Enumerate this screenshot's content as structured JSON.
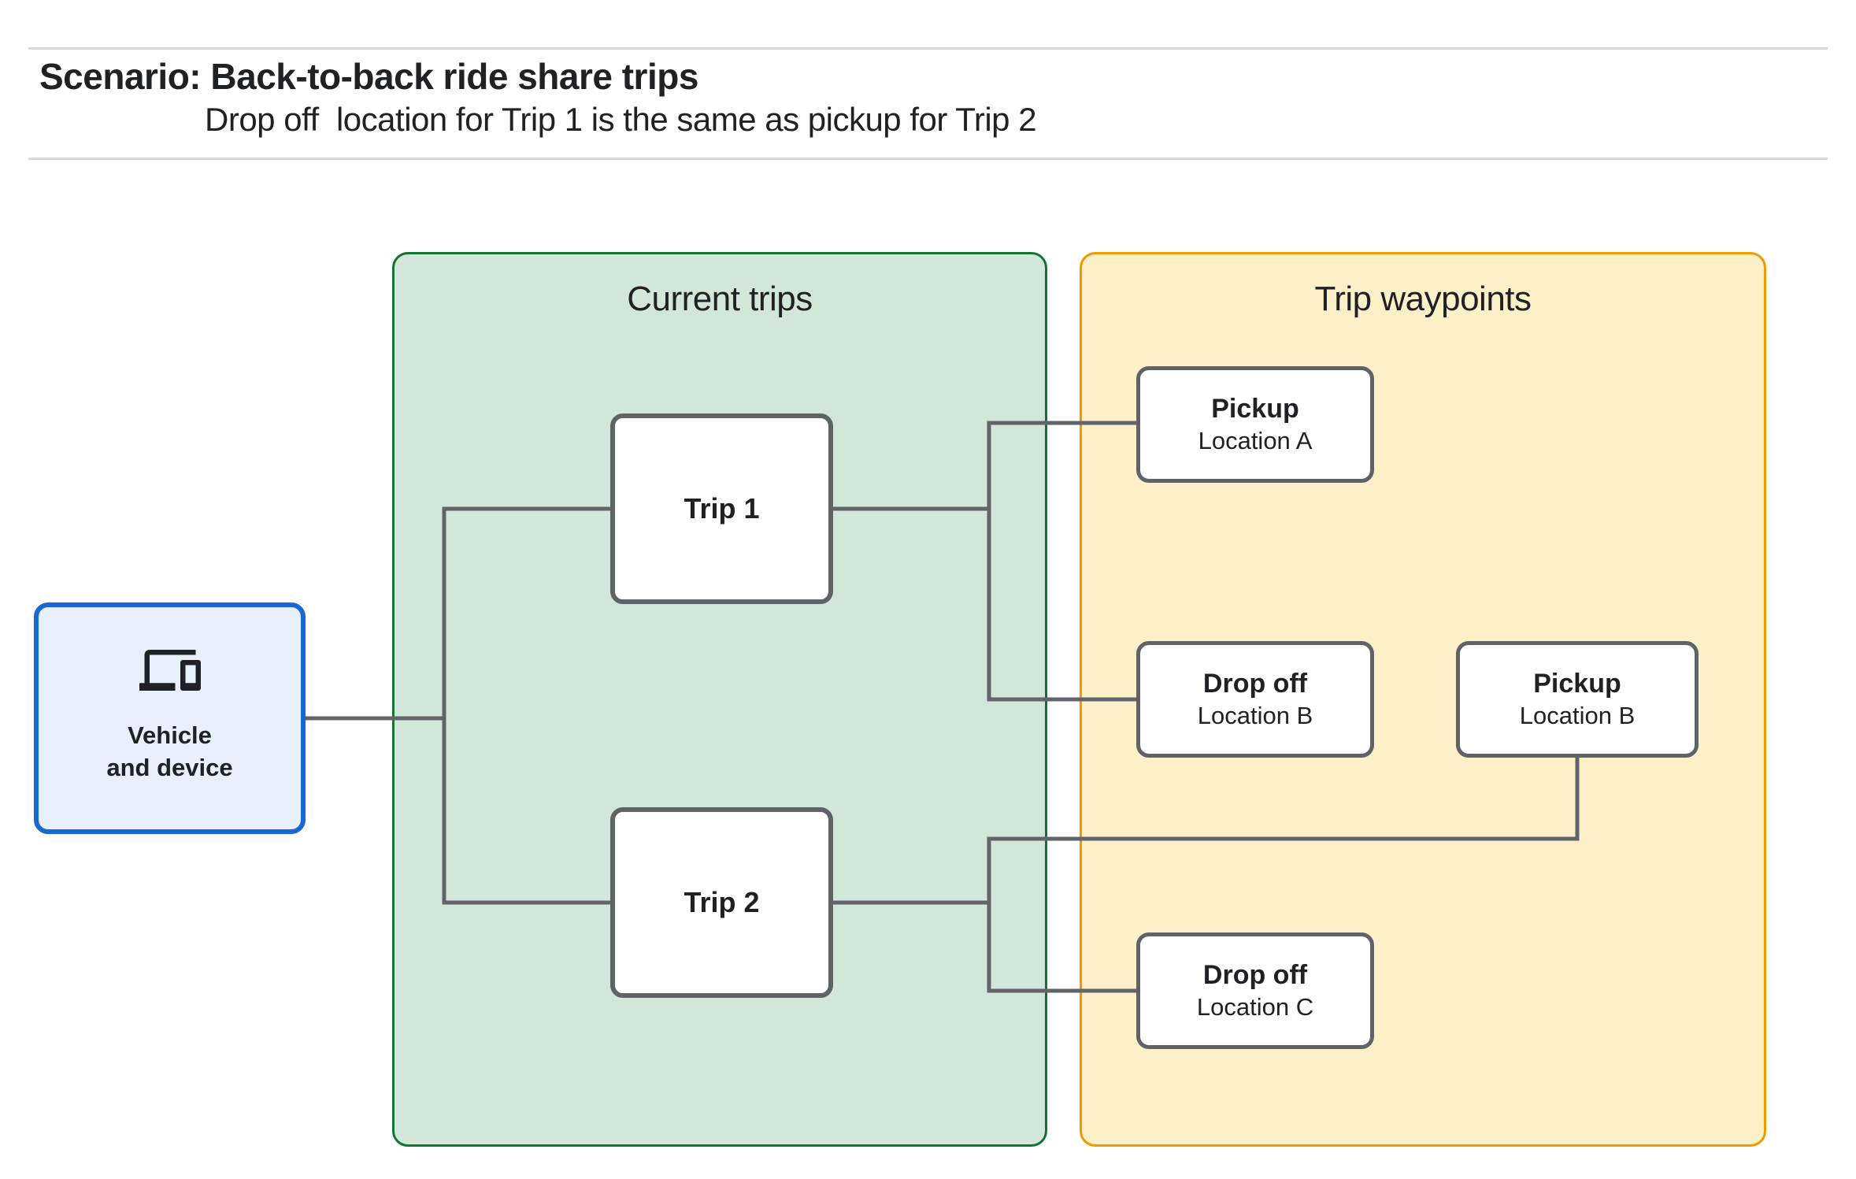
{
  "header": {
    "title": "Scenario: Back-to-back ride share trips",
    "subtitle": "Drop off  location for Trip 1 is the same as pickup for Trip 2"
  },
  "vehicle_node": {
    "line1": "Vehicle",
    "line2": "and device",
    "icon": "laptop-and-phone-devices-icon"
  },
  "current_trips_panel": {
    "title": "Current trips",
    "trip1_label": "Trip 1",
    "trip2_label": "Trip 2"
  },
  "trip_waypoints_panel": {
    "title": "Trip waypoints",
    "pickup_a": {
      "title": "Pickup",
      "subtitle": "Location A"
    },
    "dropoff_b": {
      "title": "Drop off",
      "subtitle": "Location B"
    },
    "pickup_b": {
      "title": "Pickup",
      "subtitle": "Location B"
    },
    "dropoff_c": {
      "title": "Drop off",
      "subtitle": "Location C"
    }
  },
  "colors": {
    "vehicle_fill": "#e8f0fe",
    "vehicle_border": "#1967d2",
    "trips_fill": "#d2e7d9",
    "trips_border": "#137333",
    "waypoints_fill": "#fcf0c8",
    "waypoints_border": "#f29900",
    "node_border": "#5f6368",
    "connector": "#616569",
    "text": "#202124",
    "rule": "#d9d9d9"
  }
}
